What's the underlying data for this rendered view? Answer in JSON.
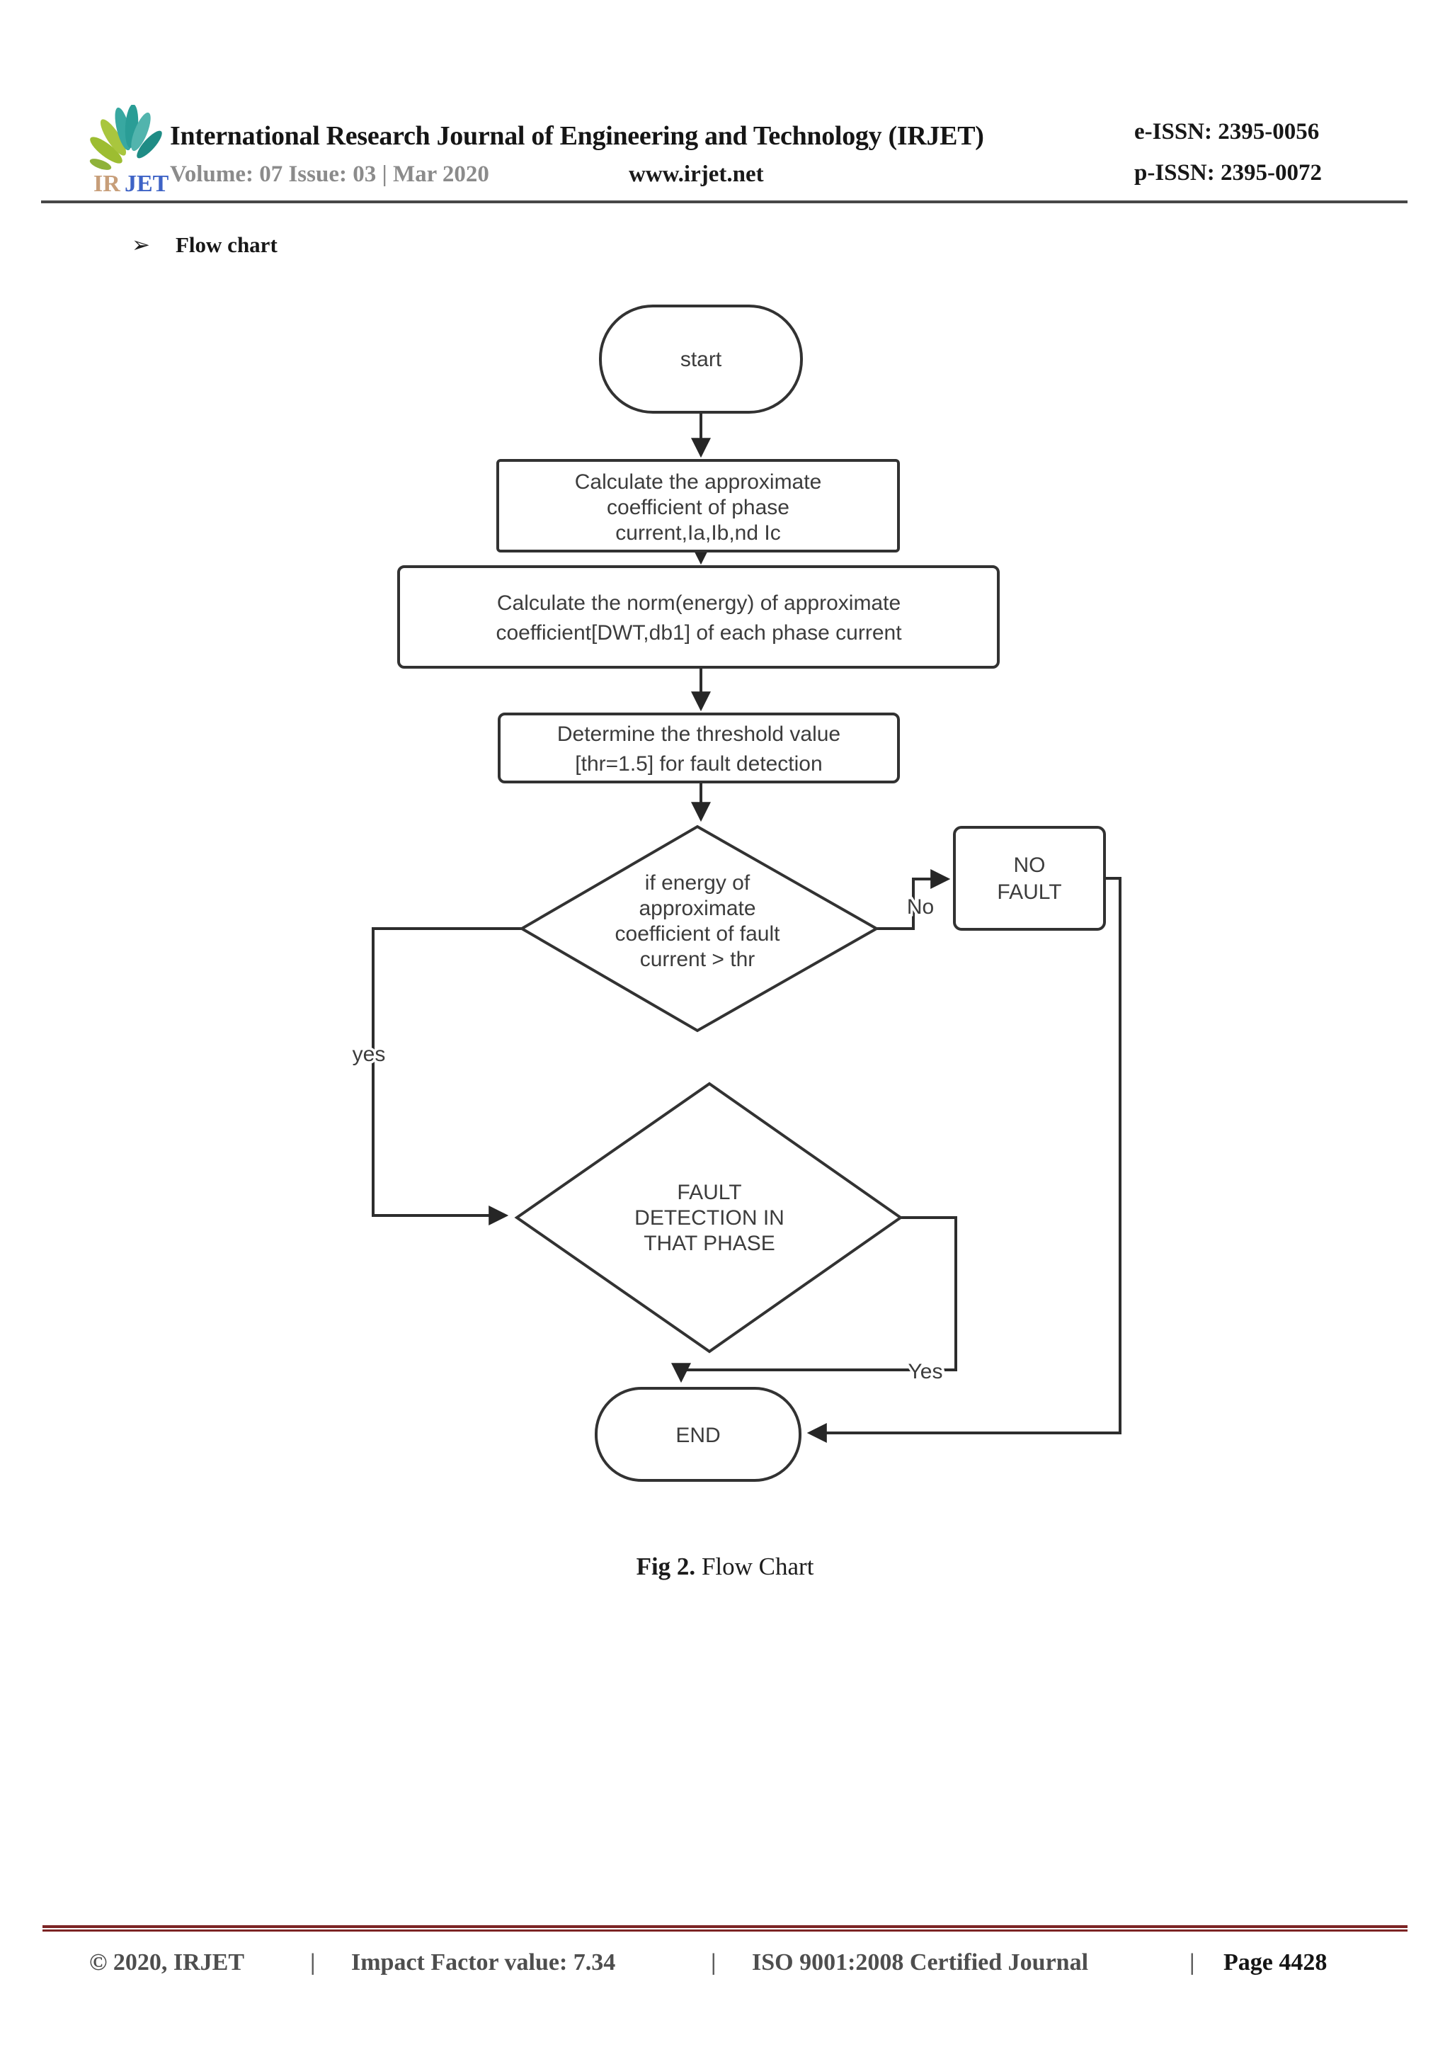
{
  "header": {
    "journal_title": "International Research Journal of Engineering and Technology (IRJET)",
    "volume_issue": "Volume: 07 Issue: 03 | Mar 2020",
    "website": "www.irjet.net",
    "e_issn": "e-ISSN: 2395-0056",
    "p_issn": "p-ISSN: 2395-0072",
    "logo": {
      "text_ir": "IR",
      "text_jet": "JET"
    }
  },
  "section": {
    "bullet": "➢",
    "heading": "Flow chart"
  },
  "flowchart": {
    "start": {
      "label": "start"
    },
    "box1": {
      "lines": [
        "Calculate the approximate",
        "coefficient of phase",
        "current,Ia,Ib,nd Ic"
      ]
    },
    "box2": {
      "lines": [
        "Calculate the norm(energy) of approximate",
        "coefficient[DWT,db1] of each phase current"
      ]
    },
    "box3": {
      "lines": [
        "Determine the threshold value",
        "[thr=1.5] for fault detection"
      ]
    },
    "decision1": {
      "lines": [
        "if energy of",
        "approximate",
        "coefficient of fault",
        "current  > thr"
      ]
    },
    "no_fault": {
      "lines": [
        "NO",
        "FAULT"
      ]
    },
    "decision2": {
      "lines": [
        "FAULT",
        "DETECTION IN",
        "THAT PHASE"
      ]
    },
    "end": {
      "label": "END"
    },
    "edges": {
      "no": "No",
      "yes_left": "yes",
      "yes_bottom": "Yes"
    }
  },
  "caption": {
    "fig_label": "Fig 2.",
    "text": " Flow Chart"
  },
  "footer": {
    "copyright": "© 2020, IRJET",
    "separator": "|",
    "impact": "Impact Factor value: 7.34",
    "iso": "ISO 9001:2008 Certified Journal",
    "page": "Page 4428"
  },
  "colors": {
    "footer_rule": "#7c2424",
    "flow_line": "#2d2d2d",
    "muted_header": "#8b8b8b"
  }
}
